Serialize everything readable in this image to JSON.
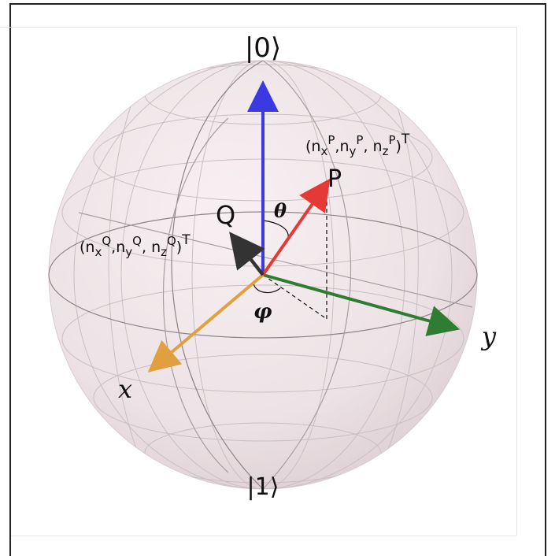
{
  "labels": {
    "ket0": "|0⟩",
    "ket1": "|1⟩",
    "x": "x",
    "y": "y",
    "theta": "θ",
    "phi": "φ",
    "P": "P",
    "Q": "Q"
  },
  "coordP": {
    "open": "(",
    "n": "n",
    "x": "x",
    "y": "y",
    "z": "z",
    "sup": "P",
    "sep1": ",",
    "sep2": ", ",
    "close": ")",
    "T": "T"
  },
  "coordQ": {
    "open": "(",
    "n": "n",
    "x": "x",
    "y": "y",
    "z": "z",
    "sup": "Q",
    "sep1": ",",
    "sep2": ", ",
    "close": ")",
    "T": "T"
  },
  "colors": {
    "z_axis": "#3a3ae0",
    "y_axis": "#2e7d32",
    "x_axis": "#e0a040",
    "vector_P": "#e53935",
    "vector_Q": "#333333",
    "sphere_fill": "#efe3e6"
  }
}
